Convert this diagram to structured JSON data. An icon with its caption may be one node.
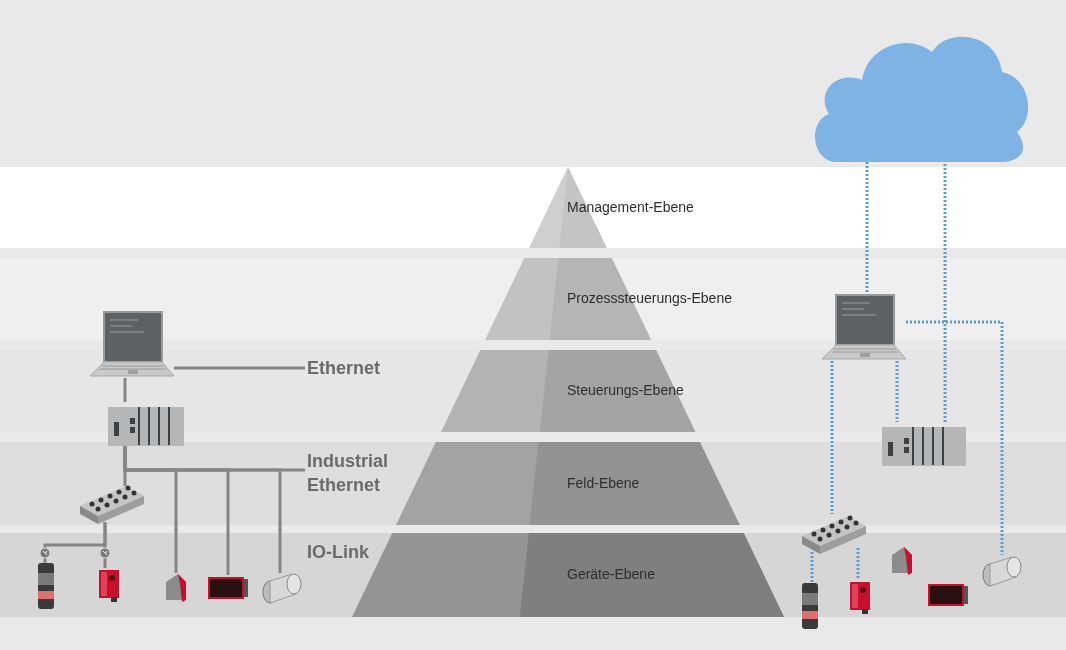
{
  "diagram": {
    "nodes": [
      {
        "text": [
          "Management-Ebene"
        ]
      },
      {
        "text": [
          "Prozesssteuerungs-Ebene"
        ]
      },
      {
        "text": [
          "Steuerungs-Ebene"
        ]
      },
      {
        "text": [
          "Feld-Ebene"
        ]
      },
      {
        "text": [
          "Geräte-Ebene"
        ]
      },
      {
        "text": [
          "Ethernet"
        ]
      },
      {
        "text": [
          "Industrial Ethernet"
        ]
      },
      {
        "text": [],
        "shape": "picture"
      },
      {
        "text": [],
        "shape": "picture"
      },
      {
        "text": [],
        "shape": "picture"
      },
      {
        "text": [],
        "shape": "picture"
      },
      {
        "text": [],
        "shape": "picture"
      },
      {
        "text": [],
        "shape": "picture"
      },
      {
        "text": [],
        "shape": "picture"
      },
      {
        "text": [],
        "shape": "picture"
      },
      {
        "text": [],
        "shape": "cloud"
      },
      {
        "text": [],
        "shape": "picture"
      },
      {
        "text": [],
        "shape": "picture"
      },
      {
        "text": [],
        "shape": "picture"
      },
      {
        "text": [],
        "shape": "picture"
      },
      {
        "text": [],
        "shape": "picture"
      },
      {
        "text": [],
        "shape": "picture"
      },
      {
        "text": [],
        "shape": "picture"
      },
      {
        "text": [],
        "shape": "picture"
      }
    ],
    "edges": [
      {
        "from": 7,
        "to": 5,
        "arrow": "none"
      },
      {
        "from": 7,
        "to": 8,
        "arrow": "none"
      },
      {
        "from": 8,
        "to": 6,
        "arrow": "none"
      },
      {
        "from": 8,
        "to": 9,
        "arrow": "none"
      },
      {
        "from": 8,
        "to": 12,
        "arrow": "none"
      },
      {
        "from": 8,
        "to": 13,
        "arrow": "none"
      },
      {
        "from": 8,
        "to": 14,
        "arrow": "none"
      },
      {
        "from": 9,
        "to": 10,
        "arrow": "none"
      },
      {
        "from": 9,
        "to": 11,
        "arrow": "none"
      },
      {
        "from": 15,
        "to": 16,
        "arrow": "none",
        "style": "dashed",
        "color": "#5b9bd5"
      },
      {
        "from": 15,
        "to": 17,
        "arrow": "none",
        "style": "dashed",
        "color": "#5b9bd5"
      },
      {
        "from": 16,
        "to": 18,
        "arrow": "none",
        "style": "dashed",
        "color": "#5b9bd5"
      },
      {
        "from": 16,
        "to": 17,
        "arrow": "none",
        "style": "dashed",
        "color": "#5b9bd5"
      },
      {
        "from": 16,
        "to": 23,
        "arrow": "none",
        "style": "dashed",
        "color": "#5b9bd5"
      },
      {
        "from": 18,
        "to": 19,
        "arrow": "none",
        "style": "dashed",
        "color": "#5b9bd5"
      },
      {
        "from": 18,
        "to": 20,
        "arrow": "none",
        "style": "dashed",
        "color": "#5b9bd5"
      }
    ],
    "labels": [
      "IO-Link"
    ]
  }
}
